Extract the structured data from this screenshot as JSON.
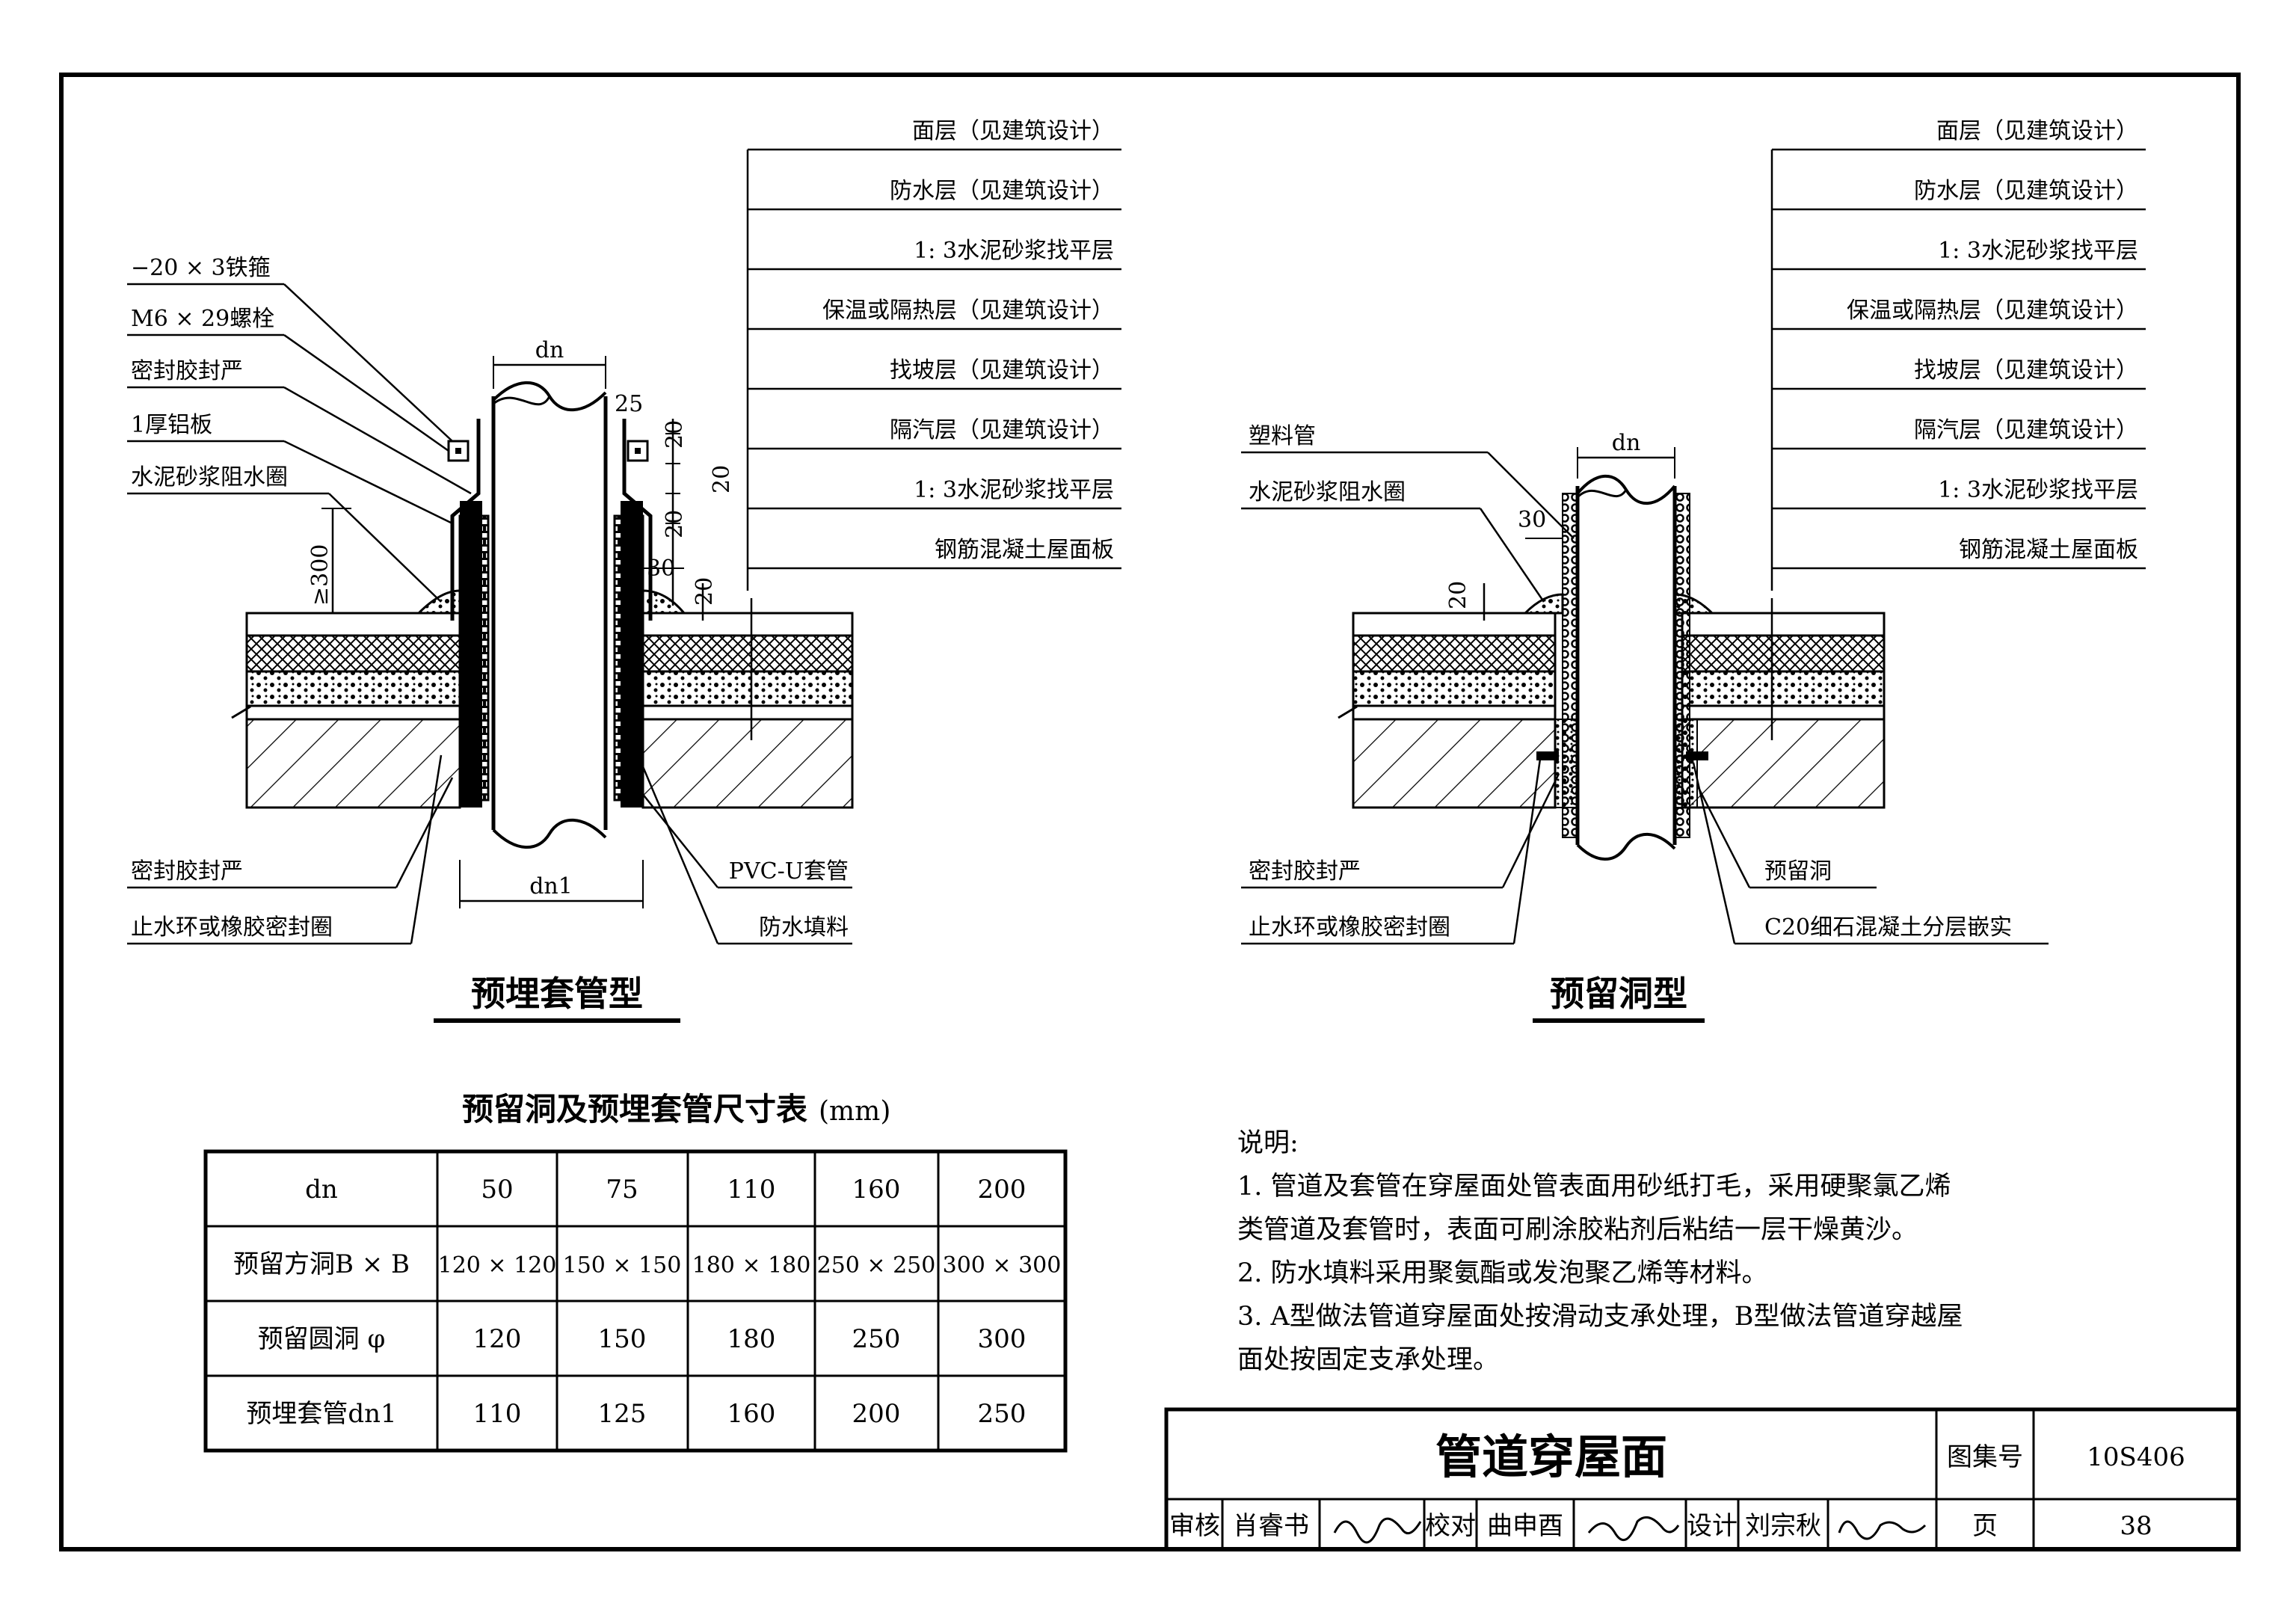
{
  "left": {
    "dims": {
      "dn": "dn",
      "dn1": "dn1",
      "d25": "25",
      "d20a": "20",
      "d20b": "20",
      "d20c": "20",
      "d30": "30",
      "d20d": "20",
      "d300": "≥300"
    },
    "labels_left": [
      "−20 × 3铁箍",
      "M6 × 29螺栓",
      "密封胶封严",
      "1厚铝板",
      "水泥砂浆阻水圈"
    ],
    "labels_bottom": [
      "密封胶封严",
      "止水环或橡胶密封圈",
      "PVC-U套管",
      "防水填料"
    ],
    "title": "预埋套管型"
  },
  "right": {
    "dims": {
      "dn": "dn",
      "d30": "30",
      "d20": "20"
    },
    "labels_left": [
      "塑料管",
      "水泥砂浆阻水圈"
    ],
    "labels_bottom": [
      "密封胶封严",
      "止水环或橡胶密封圈",
      "预留洞",
      "C20细石混凝土分层嵌实"
    ],
    "title": "预留洞型"
  },
  "layers": [
    "面层（见建筑设计）",
    "防水层（见建筑设计）",
    "1:  3水泥砂浆找平层",
    "保温或隔热层（见建筑设计）",
    "找坡层（见建筑设计）",
    "隔汽层（见建筑设计）",
    "1:  3水泥砂浆找平层",
    "钢筋混凝土屋面板"
  ],
  "table": {
    "title": "预留洞及预埋套管尺寸表",
    "unit": "(mm)",
    "header": [
      "dn",
      "50",
      "75",
      "110",
      "160",
      "200"
    ],
    "rows": [
      [
        "预留方洞B × B",
        "120 × 120",
        "150 × 150",
        "180 × 180",
        "250 × 250",
        "300 × 300"
      ],
      [
        "预留圆洞  φ",
        "120",
        "150",
        "180",
        "250",
        "300"
      ],
      [
        "预埋套管dn1",
        "110",
        "125",
        "160",
        "200",
        "250"
      ]
    ]
  },
  "notes": {
    "heading": "说明:",
    "items": [
      "1.  管道及套管在穿屋面处管表面用砂纸打毛，采用硬聚氯乙烯",
      "     类管道及套管时，表面可刷涂胶粘剂后粘结一层干燥黄沙。",
      "2.  防水填料采用聚氨酯或发泡聚乙烯等材料。",
      "3.  A型做法管道穿屋面处按滑动支承处理，B型做法管道穿越屋",
      "     面处按固定支承处理。"
    ]
  },
  "titleblock": {
    "title": "管道穿屋面",
    "atlas_label": "图集号",
    "atlas_no": "10S406",
    "page_label": "页",
    "page_no": "38",
    "review_label": "审核",
    "reviewer": "肖睿书",
    "check_label": "校对",
    "checker": "曲申酉",
    "design_label": "设计",
    "designer": "刘宗秋"
  }
}
